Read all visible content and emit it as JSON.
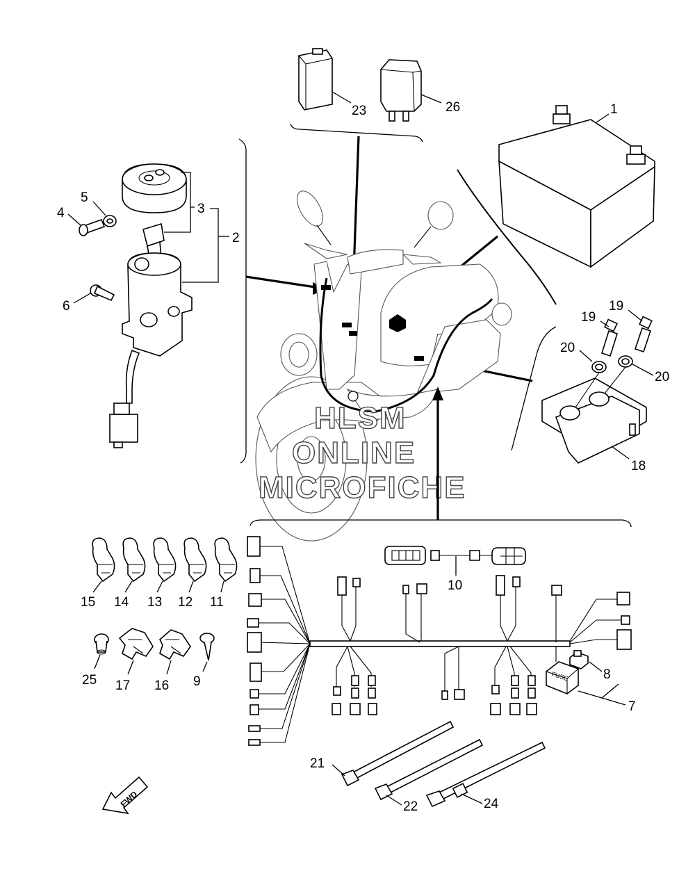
{
  "diagram": {
    "callouts": {
      "p1": "1",
      "p2": "2",
      "p3": "3",
      "p4": "4",
      "p5": "5",
      "p6": "6",
      "p7": "7",
      "p8": "8",
      "p9": "9",
      "p10": "10",
      "p11": "11",
      "p12": "12",
      "p13": "13",
      "p14": "14",
      "p15": "15",
      "p16": "16",
      "p17": "17",
      "p18": "18",
      "p19a": "19",
      "p19b": "19",
      "p20a": "20",
      "p20b": "20",
      "p21": "21",
      "p22": "22",
      "p23": "23",
      "p24": "24",
      "p25": "25",
      "p26": "26"
    },
    "watermark": {
      "line1": "HLSM",
      "line2": "ONLINE",
      "line3": "MICROFICHE"
    },
    "fwd_label": "FWD",
    "fuse_label": "FUSE"
  }
}
